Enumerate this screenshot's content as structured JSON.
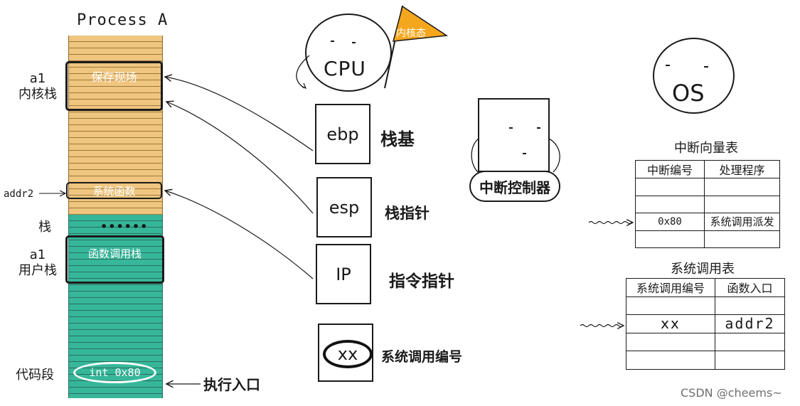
{
  "stack": {
    "title": "Process A",
    "save_scene": "保存现场",
    "syscall_fn": "系统函数",
    "dots": "••••••",
    "call_stack": "函数调用栈",
    "int_instr": "int 0x80",
    "label_a1_kernel": "a1\n内核栈",
    "label_addr2": "addr2",
    "label_stack": "栈",
    "label_a1_user": "a1\n用户栈",
    "label_code": "代码段",
    "label_entry": "执行入口",
    "kernel_color": "#efc57f",
    "user_color": "#36b79a"
  },
  "registers": {
    "ebp": "ebp",
    "ebp_caption": "栈基",
    "esp": "esp",
    "esp_caption": "栈指针",
    "ip": "IP",
    "ip_caption": "指令指针",
    "xx": "xx",
    "xx_caption": "系统调用编号"
  },
  "cpu": {
    "label": "CPU",
    "flag": "内核态",
    "flag_color": "#f4a61d"
  },
  "interrupt_controller": {
    "label": "中断控制器"
  },
  "os": {
    "label": "OS"
  },
  "ivt": {
    "caption": "中断向量表",
    "headers": [
      "中断编号",
      "处理程序"
    ],
    "rows": [
      [
        "",
        ""
      ],
      [
        "",
        ""
      ],
      [
        "0x80",
        "系统调用派发"
      ],
      [
        "",
        ""
      ]
    ]
  },
  "sct": {
    "caption": "系统调用表",
    "headers": [
      "系统调用编号",
      "函数入口"
    ],
    "rows": [
      [
        "",
        ""
      ],
      [
        "xx",
        "addr2"
      ],
      [
        "",
        ""
      ],
      [
        "",
        ""
      ]
    ]
  },
  "watermark": "CSDN @cheems~"
}
